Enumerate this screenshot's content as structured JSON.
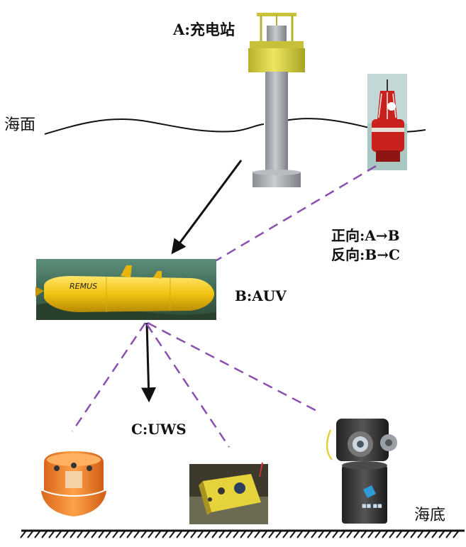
{
  "labels": {
    "station": "A:充电站",
    "sea_surface": "海面",
    "forward": "正向:A→B",
    "reverse": "反向:B→C",
    "auv": "B:AUV",
    "uws": "C:UWS",
    "seabed": "海底"
  },
  "colors": {
    "line": "#111111",
    "dashed_link": "#8a4fb0",
    "station_yellow": "#d8d23c",
    "station_gray": "#9a9ea3",
    "auv_yellow": "#f2c20f",
    "buoy_red": "#c8211e",
    "float_orange": "#f08a2a"
  }
}
